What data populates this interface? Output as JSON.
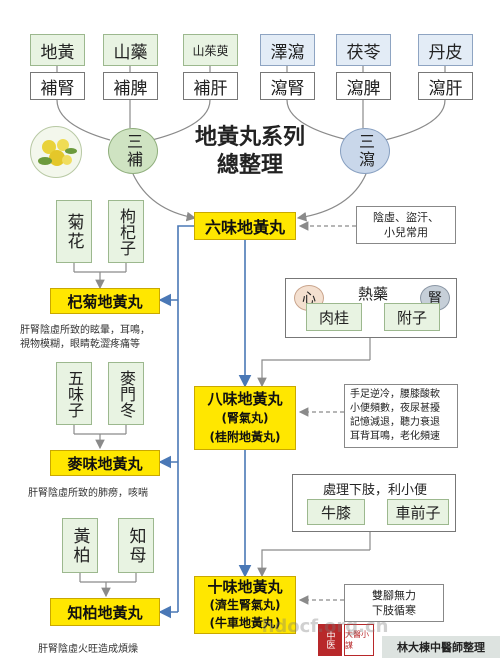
{
  "title": {
    "line1": "地黃丸系列",
    "line2": "總整理"
  },
  "top_green": {
    "herbs": [
      "地黃",
      "山藥",
      "山茱萸"
    ],
    "actions": [
      "補腎",
      "補脾",
      "補肝"
    ],
    "circle": "三補"
  },
  "top_blue": {
    "herbs": [
      "澤瀉",
      "茯苓",
      "丹皮"
    ],
    "actions": [
      "瀉腎",
      "瀉脾",
      "瀉肝"
    ],
    "circle": "三瀉"
  },
  "main": {
    "liuwei": "六味地黃丸",
    "liuwei_note": [
      "陰虛、盜汗、",
      "小兒常用"
    ],
    "bawei": [
      "八味地黃丸",
      "(腎氣丸)",
      "(桂附地黃丸)"
    ],
    "bawei_note": [
      "手足逆冷，腰膝酸軟",
      "小便頻數，夜尿甚擾",
      "記憶減退，聽力衰退",
      "耳背耳鳴，老化頻速"
    ],
    "heat": {
      "title": "熱藥",
      "heart": "心",
      "kidney": "腎",
      "herbs": [
        "肉桂",
        "附子"
      ]
    },
    "lower": {
      "title": "處理下肢，利小便",
      "herbs": [
        "牛膝",
        "車前子"
      ]
    },
    "shiwei": [
      "十味地黃丸",
      "(濟生腎氣丸)",
      "(牛車地黃丸)"
    ],
    "shiwei_note": [
      "雙腳無力",
      "下肢循寒"
    ]
  },
  "left": {
    "qiju_herbs": [
      "菊花",
      "枸杞子"
    ],
    "qiju": "杞菊地黃丸",
    "qiju_note": [
      "肝腎陰虛所致的眩暈，耳鳴，",
      "視物模糊，眼睛乾澀疼痛等"
    ],
    "maiwei_herbs": [
      "五味子",
      "麥門冬"
    ],
    "maiwei": "麥味地黃丸",
    "maiwei_note": "肝腎陰虛所致的肺痨，咳喘",
    "zhibai_herbs": [
      "黃柏",
      "知母"
    ],
    "zhibai": "知柏地黃丸",
    "zhibai_note": "肝腎陰虛火旺造成煩燥"
  },
  "footer": {
    "seal1": "中医",
    "seal2": "大醫小謀",
    "watermark": "hdocf.org.cn",
    "credit": "林大棟中醫師整理"
  },
  "colors": {
    "yellow": "#ffe700",
    "green": "#e8f3e2",
    "blue": "#e3ecf6",
    "arrow": "#4a78b6"
  }
}
